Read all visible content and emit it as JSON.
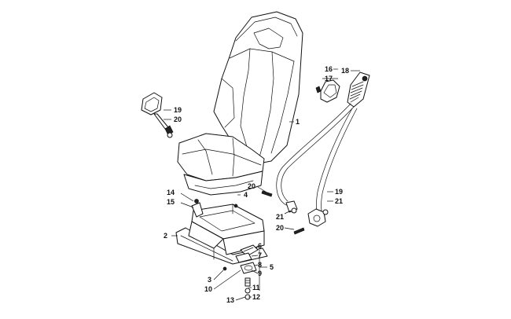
{
  "callouts": {
    "c1": "1",
    "c2": "2",
    "c3": "3",
    "c4": "4",
    "c5": "5",
    "c6": "6",
    "c7": "7",
    "c8": "8",
    "c9": "9",
    "c10": "10",
    "c11": "11",
    "c12": "12",
    "c13": "13",
    "c14": "14",
    "c15": "15",
    "c16": "16",
    "c17": "17",
    "c18": "18",
    "c19a": "19",
    "c19b": "19",
    "c20a": "20",
    "c20b": "20",
    "c20c": "20",
    "c21a": "21",
    "c21b": "21"
  }
}
